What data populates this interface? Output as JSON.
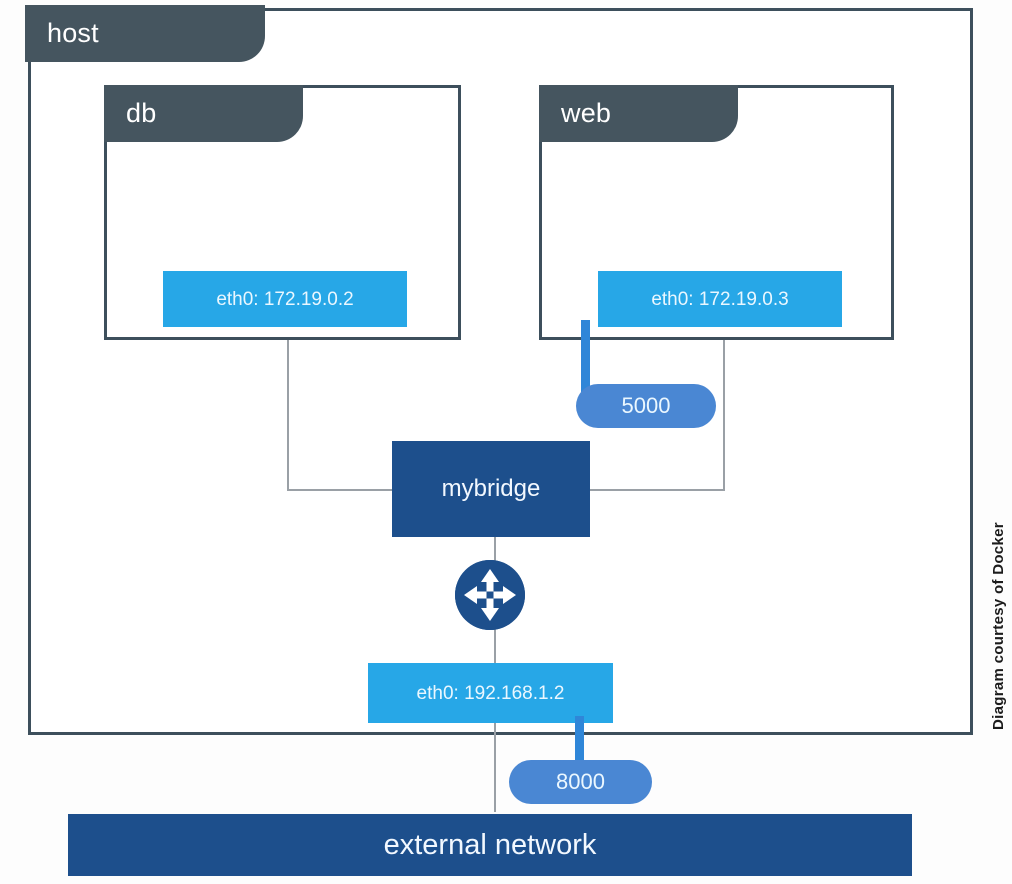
{
  "diagram": {
    "credit": "Diagram courtesy of Docker",
    "host": {
      "tab_label": "host"
    },
    "containers": [
      {
        "tab_label": "db",
        "interface_label": "eth0: 172.19.0.2",
        "port": null
      },
      {
        "tab_label": "web",
        "interface_label": "eth0: 172.19.0.3",
        "port": "5000"
      }
    ],
    "bridge": {
      "label": "mybridge"
    },
    "router": {
      "icon": "router-four-arrows-icon"
    },
    "host_interface": {
      "label": "eth0: 192.168.1.2",
      "port": "8000"
    },
    "external_network": {
      "label": "external network"
    },
    "colors": {
      "frame_border": "#3d4f5c",
      "title_tab": "#45555f",
      "interface_chip": "#27a7e7",
      "port_pill": "#4a87d3",
      "navy_block": "#1d4f8c",
      "connector_line": "#9aa0a6",
      "port_connector": "#2f86d8"
    }
  }
}
